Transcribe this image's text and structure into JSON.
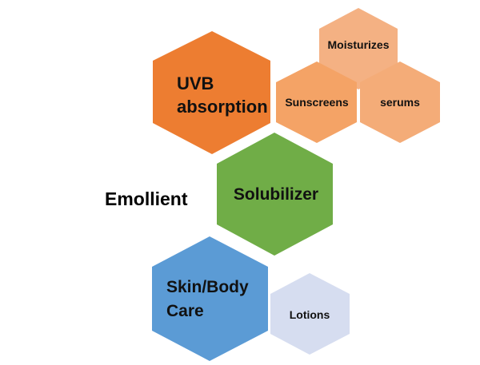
{
  "diagram": {
    "nodes": [
      {
        "id": "uvb",
        "lines": [
          "UVB",
          "absorption"
        ],
        "color": "#ED7D31"
      },
      {
        "id": "moisturizes",
        "lines": [
          "Moisturizes"
        ],
        "color": "#F4B183"
      },
      {
        "id": "sunscreens",
        "lines": [
          "Sunscreens"
        ],
        "color": "#F4A366"
      },
      {
        "id": "serums",
        "lines": [
          "serums"
        ],
        "color": "#F4AC78"
      },
      {
        "id": "solubilizer",
        "lines": [
          "Solubilizer"
        ],
        "color": "#70AD47"
      },
      {
        "id": "skin_body_care",
        "lines": [
          "Skin/Body",
          "Care"
        ],
        "color": "#5B9BD5"
      },
      {
        "id": "lotions",
        "lines": [
          "Lotions"
        ],
        "color": "#D6DDF0"
      }
    ],
    "standalone_label": "Emollient"
  }
}
